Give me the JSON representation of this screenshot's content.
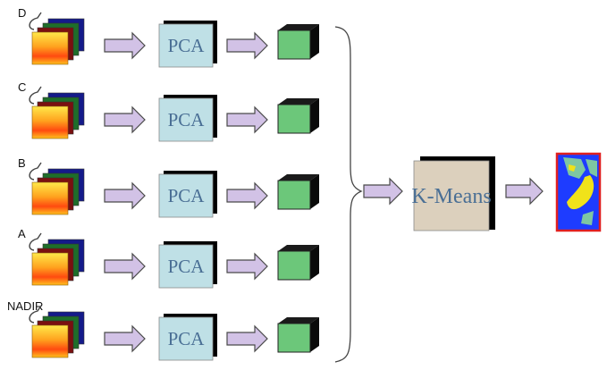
{
  "diagram": {
    "rows": [
      {
        "camera": "D",
        "process": "PCA"
      },
      {
        "camera": "C",
        "process": "PCA"
      },
      {
        "camera": "B",
        "process": "PCA"
      },
      {
        "camera": "A",
        "process": "PCA"
      },
      {
        "camera": "NADIR",
        "process": "PCA"
      }
    ],
    "clustering_label": "K-Means",
    "colors": {
      "arrow_fill": "#d2c2e6",
      "pca_box": "#bfe0e6",
      "kmeans_box": "#dcd0bd",
      "output_block": "#6cc77a",
      "map_background": "#1e3cff",
      "map_class_1": "#f0e21a",
      "map_class_2": "#7ec6a2",
      "map_border": "#e02020"
    }
  }
}
